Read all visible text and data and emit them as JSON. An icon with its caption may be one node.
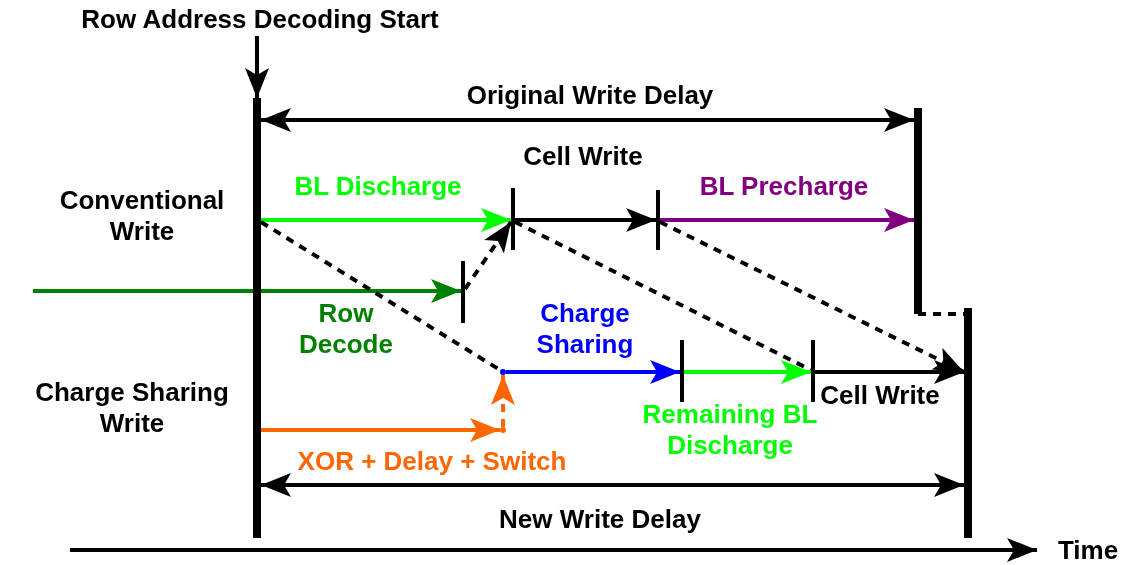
{
  "diagram": {
    "nodes": [
      {
        "text": [
          "Row Address Decoding Start"
        ]
      },
      {
        "text": [],
        "shape": "bar"
      },
      {
        "text": [],
        "shape": "bar"
      },
      {
        "text": [],
        "shape": "bar"
      },
      {
        "text": [],
        "shape": "bar"
      },
      {
        "text": [],
        "shape": "bar"
      },
      {
        "text": [],
        "shape": "bar"
      },
      {
        "text": [],
        "shape": "bar"
      },
      {
        "text": [],
        "shape": "bar"
      },
      {
        "text": [],
        "shape": "dot"
      },
      {
        "text": [],
        "shape": "dot"
      }
    ],
    "edges": [
      {
        "from": 0,
        "to": 1,
        "arrow": "to"
      },
      {
        "from": 1,
        "to": 4,
        "arrow": "to",
        "label": "BL Discharge",
        "color": "#00ff00"
      },
      {
        "from": 4,
        "to": 5,
        "arrow": "to",
        "label": "Cell Write"
      },
      {
        "from": 5,
        "to": 2,
        "arrow": "to",
        "label": "BL Precharge",
        "color": "#800080"
      },
      {
        "from": null,
        "to": 6,
        "arrow": "to",
        "label": "Row Decode",
        "color": "#008000"
      },
      {
        "from": 6,
        "to": 4,
        "arrow": "to",
        "style": "dashed"
      },
      {
        "from": 1,
        "to": 9,
        "arrow": "none",
        "style": "dashed"
      },
      {
        "from": 4,
        "to": 8,
        "arrow": "none",
        "style": "dashed"
      },
      {
        "from": 5,
        "to": 3,
        "arrow": "to",
        "style": "dashed"
      },
      {
        "from": 2,
        "to": 3,
        "arrow": "none",
        "style": "dashed"
      },
      {
        "from": 9,
        "to": 7,
        "arrow": "to",
        "label": "Charge Sharing",
        "color": "#0000ff"
      },
      {
        "from": 7,
        "to": 8,
        "arrow": "to",
        "label": "Remaining BL Discharge",
        "color": "#00ff00"
      },
      {
        "from": 8,
        "to": 3,
        "arrow": "to",
        "label": "Cell Write"
      },
      {
        "from": 1,
        "to": 10,
        "arrow": "to",
        "label": "XOR + Delay + Switch",
        "color": "#ff6600"
      },
      {
        "from": 10,
        "to": 9,
        "arrow": "to",
        "style": "dashed",
        "color": "#ff6600"
      },
      {
        "from": 1,
        "to": 2,
        "arrow": "both",
        "label": "Original Write Delay"
      },
      {
        "from": 1,
        "to": 3,
        "arrow": "both",
        "label": "New Write Delay"
      }
    ],
    "labels": [
      "Conventional Write",
      "Charge Sharing Write",
      "Time"
    ]
  }
}
